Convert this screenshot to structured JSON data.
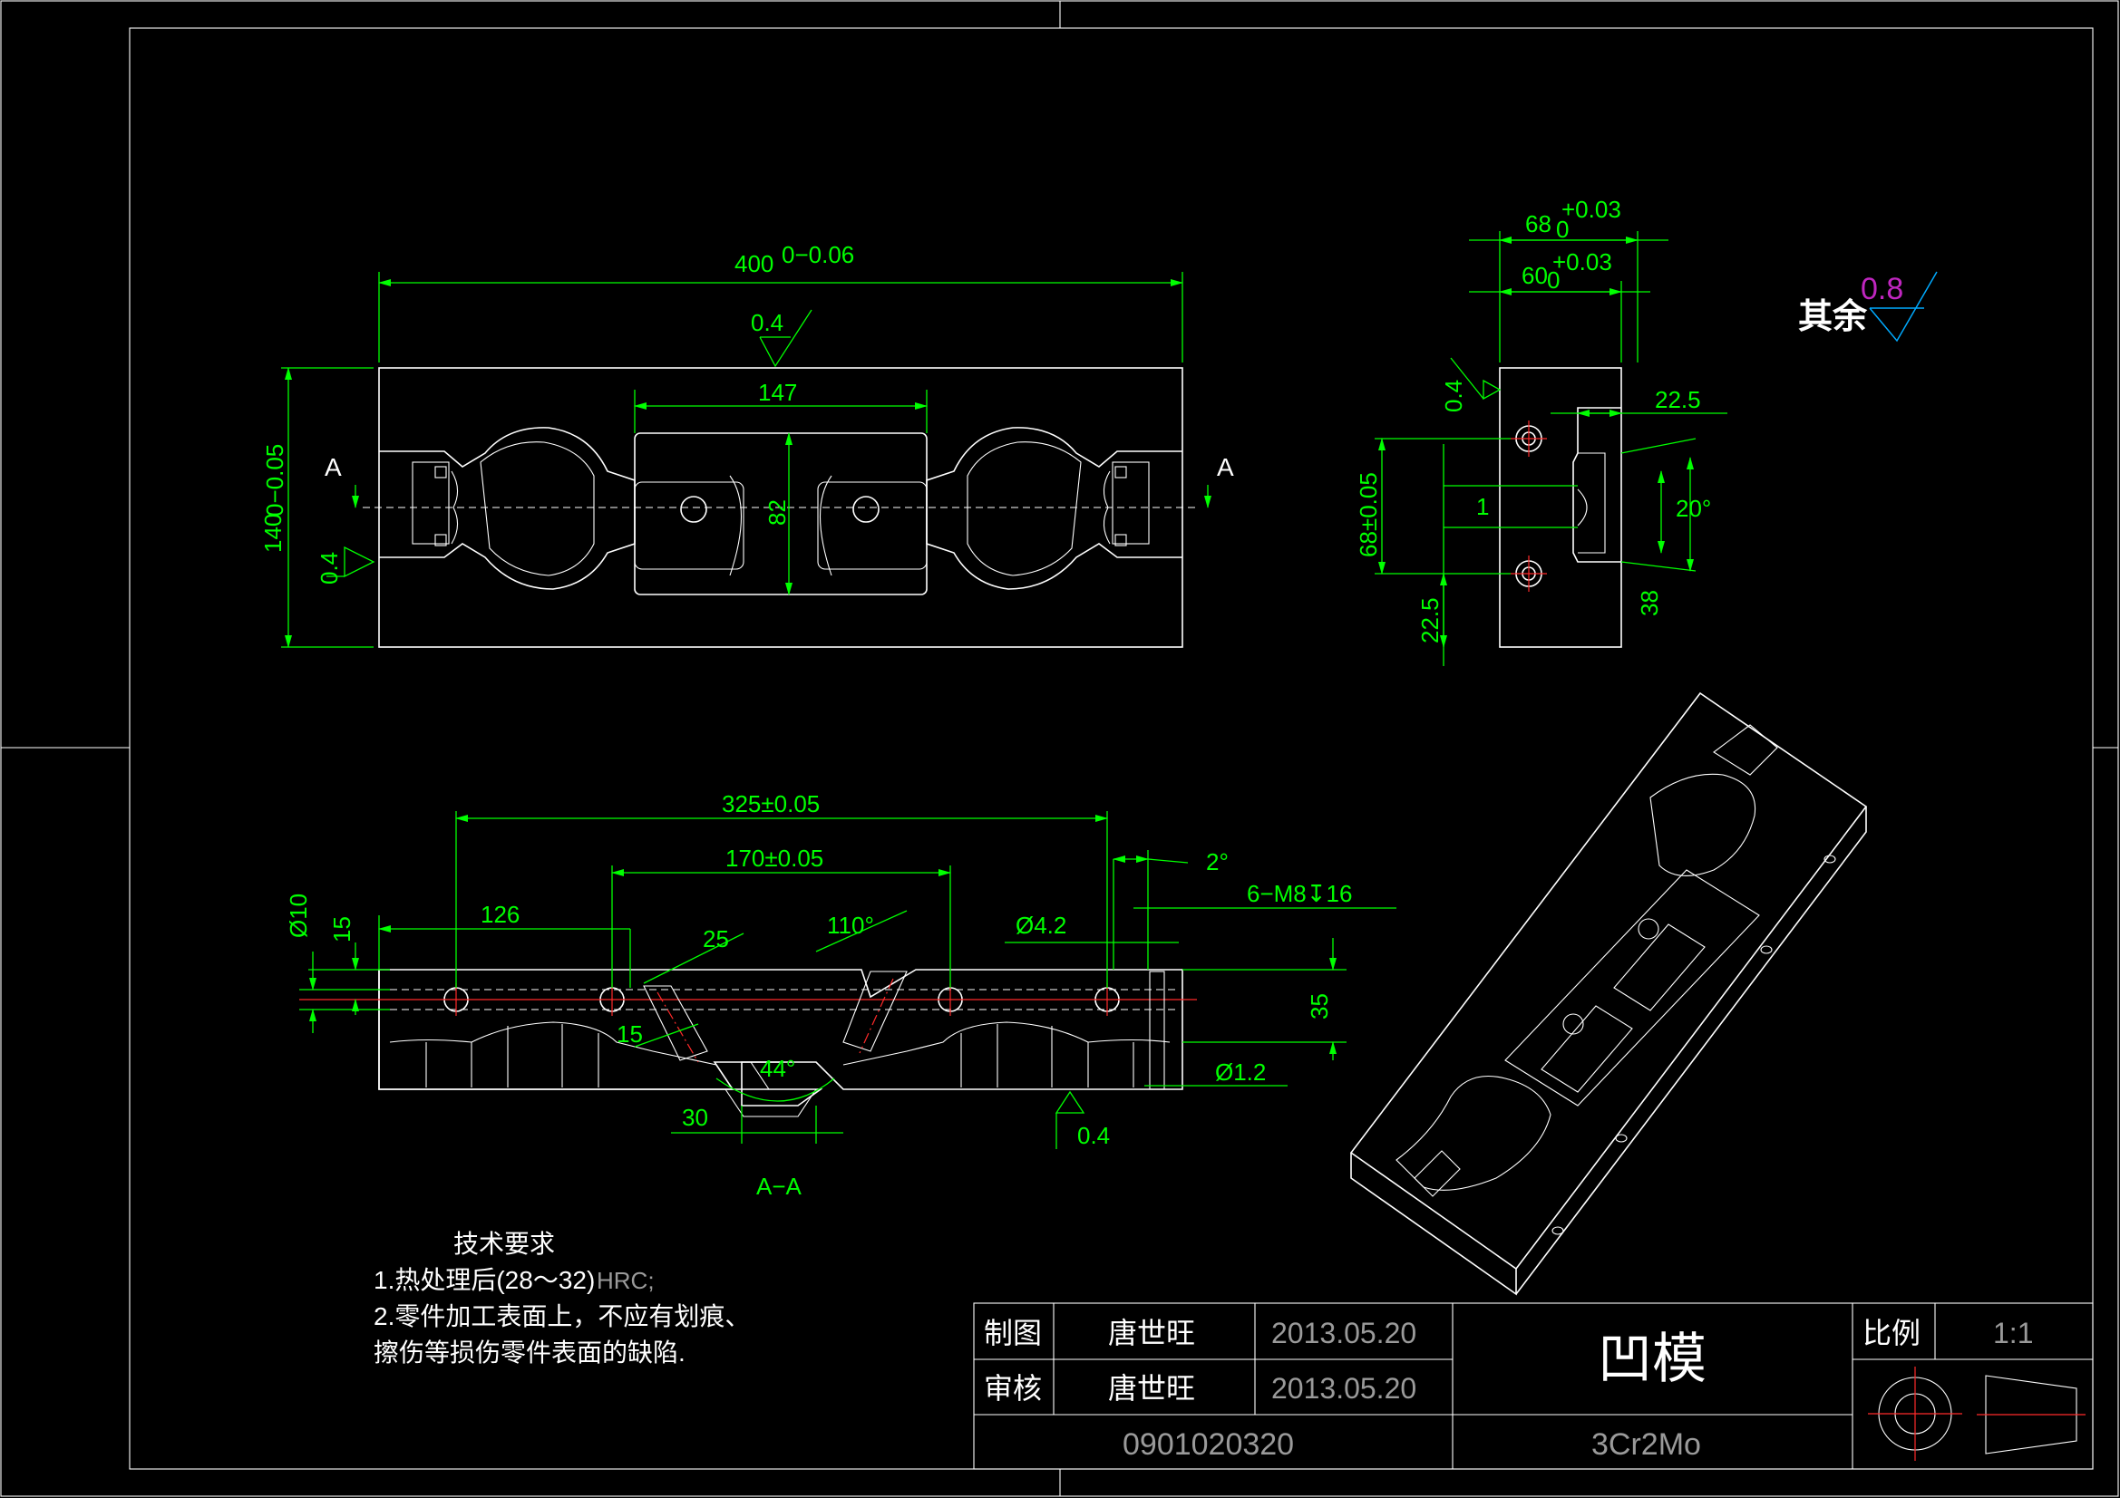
{
  "colors": {
    "background": "#000000",
    "dimension": "#00ff00",
    "outline": "#ffffff",
    "centerline": "#ff2a2a",
    "title_text": "#9a9a9a",
    "roughness_other": "#c026c0"
  },
  "main_view": {
    "overall_length": "400",
    "overall_length_tol": "0−0.06",
    "height": "140",
    "height_tol": "0−0.05",
    "center_length": "147",
    "center_height": "82",
    "roughness_top": "0.4",
    "roughness_left": "0.4",
    "section_label_left": "A",
    "section_label_right": "A"
  },
  "side_view": {
    "width_outer": "68",
    "width_outer_tol": "+0.03",
    "width_outer_base": "0",
    "width_inner": "60",
    "width_inner_tol": "+0.03",
    "width_inner_base": "0",
    "offset_top": "22.5",
    "angle": "20°",
    "small": "1",
    "hole_spacing": "68±0.05",
    "offset_bottom": "22.5",
    "depth": "38",
    "roughness": "0.4"
  },
  "other_roughness": {
    "label": "其余",
    "value": "0.8"
  },
  "section_view": {
    "length": "325±0.05",
    "inner_length": "170±0.05",
    "left_offset": "126",
    "draft": "2°",
    "thread": "6−M8↧16",
    "hole_dia": "Ø4.2",
    "pin_dia": "Ø1.2",
    "angle_110": "110°",
    "r25": "25",
    "r15": "15",
    "angle_44": "44°",
    "bottom_30": "30",
    "height_35": "35",
    "left_10": "Ø10",
    "left_15": "15",
    "roughness": "0.4",
    "title": "A−A"
  },
  "notes": {
    "heading": "技术要求",
    "line1_a": "1.热处理后(28～32)",
    "line1_b": "HRC;",
    "line2": "2.零件加工表面上，不应有划痕、",
    "line3": "擦伤等损伤零件表面的缺陷."
  },
  "title_block": {
    "drawn_label": "制图",
    "drawn_by": "唐世旺",
    "drawn_date": "2013.05.20",
    "check_label": "审核",
    "checked_by": "唐世旺",
    "check_date": "2013.05.20",
    "part_name": "凹模",
    "scale_label": "比例",
    "scale": "1:1",
    "drawing_no": "0901020320",
    "material": "3Cr2Mo"
  }
}
